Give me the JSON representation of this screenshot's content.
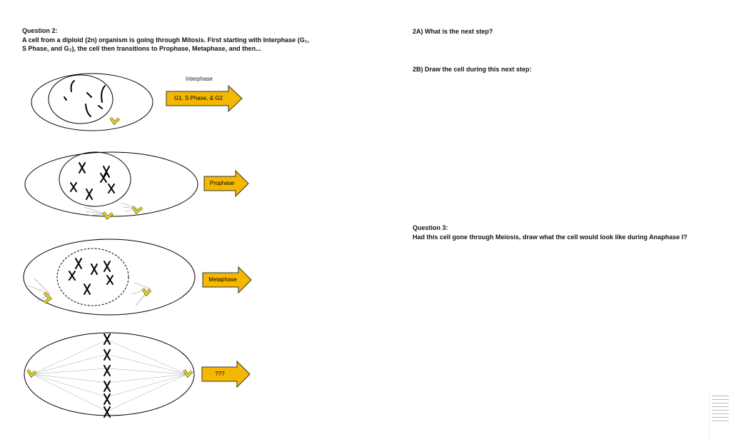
{
  "question2": {
    "title": "Question 2:",
    "line1": "A cell from a diploid (2n) organism is going through Mitosis. First starting with Interphase (G₁,",
    "line2": "S Phase, and G₂), the cell then transitions to Prophase, Metaphase, and then..."
  },
  "q2a": "2A) What is the next step?",
  "q2b": "2B) Draw the cell during this next step:",
  "question3": {
    "title": "Question 3:",
    "body": "Had this cell gone through Meiosis, draw what the cell would look like during Anaphase I?"
  },
  "stages": {
    "interphase_heading": "Interphase",
    "interphase_arrow": "G1, S Phase, & G2",
    "prophase_arrow": "Prophase",
    "metaphase_arrow": "Metaphase",
    "unknown_arrow": "???"
  },
  "colors": {
    "arrow_fill": "#F5B800",
    "arrow_stroke": "#333333",
    "centriole": "#F0E000"
  }
}
